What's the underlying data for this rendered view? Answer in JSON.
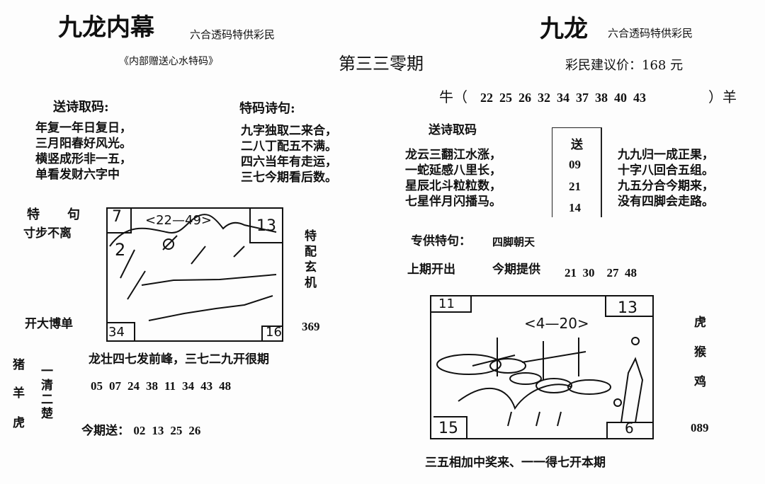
{
  "left_header": {
    "title": "九龙内幕",
    "subtitle": "六合透码特供彩民",
    "tagline": "《内部赠送心水特码》"
  },
  "issue": "第三三零期",
  "right_header": {
    "title": "九龙",
    "subtitle": "六合透码特供彩民",
    "price": "彩民建议价：168 元"
  },
  "zodiac_range": {
    "left": "牛（",
    "numbers": [
      "22",
      "25",
      "26",
      "32",
      "34",
      "37",
      "38",
      "40",
      "43"
    ],
    "right": "）羊"
  },
  "poem1": {
    "heading": "送诗取码:",
    "lines": [
      "年复一年日复日，",
      "三月阳春好风光。",
      "横竖成形非一五，",
      "单看发财六字中"
    ]
  },
  "poem2": {
    "heading": "特码诗句:",
    "lines": [
      "九字独取二来合，",
      "二八丁配五不满。",
      "四六当年有走运，",
      "三七今期看后数。"
    ]
  },
  "poem3": {
    "heading": "送诗取码",
    "lines": [
      "龙云三翻江水涨，",
      "一蛇延感八里长，",
      "星辰北斗粒粒数，",
      "七星伴月闪播马。"
    ]
  },
  "gift_box": {
    "label": "送",
    "numbers": [
      "09",
      "21",
      "14"
    ]
  },
  "poem4": {
    "lines": [
      "九九归一成正果，",
      "十字八回合五组。",
      "九五分合今期来，",
      "没有四脚会走路。"
    ]
  },
  "special": {
    "heading_a": "特",
    "heading_b": "句",
    "phrase": "寸步不离",
    "big": "开大博单"
  },
  "left_sketch": {
    "tl": "7",
    "tr": "13",
    "bl": "34",
    "br": "16",
    "range": "<22—49>",
    "mark": "2"
  },
  "side_vertical": [
    "特",
    "配",
    "玄",
    "机"
  ],
  "side_number": "369",
  "verse_line": "龙壮四七发前峰，三七二九开很期",
  "verse_numbers": [
    "05",
    "07",
    "24",
    "38",
    "11",
    "34",
    "43",
    "48"
  ],
  "zodiac_left": [
    "猪",
    "羊",
    "虎"
  ],
  "clear_vertical": [
    "一",
    "清",
    "二",
    "楚"
  ],
  "this_issue": {
    "label": "今期送：",
    "numbers": [
      "02",
      "13",
      "25",
      "26"
    ]
  },
  "special_phrase": {
    "label": "专供特句：",
    "value": "四脚朝天"
  },
  "last_issue": {
    "label": "上期开出",
    "provide_label": "今期提供",
    "numbers": [
      "21",
      "30",
      "27",
      "48"
    ]
  },
  "right_sketch": {
    "tl": "11",
    "tr": "13",
    "bl": "15",
    "br": "6",
    "range": "<4—20>"
  },
  "zodiac_right": [
    "虎",
    "猴",
    "鸡"
  ],
  "right_number": "089",
  "bottom_line": "三五相加中奖来、一一得七开本期"
}
